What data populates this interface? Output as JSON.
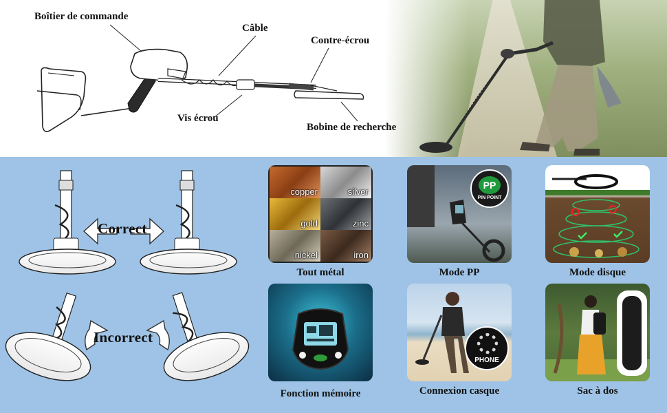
{
  "diagram_labels": {
    "control_box": "Boîtier de commande",
    "cable": "Câble",
    "lock_nut": "Contre-écrou",
    "screw_nut": "Vis écrou",
    "search_coil": "Bobine de recherche"
  },
  "coil_orientation": {
    "correct_label": "Correct",
    "incorrect_label": "Incorrect"
  },
  "features": [
    {
      "caption": "Tout métal",
      "metals": [
        "copper",
        "silver",
        "gold",
        "zinc",
        "nickel",
        "iron"
      ]
    },
    {
      "caption": "Mode PP",
      "badge_main": "PP",
      "badge_sub": "PIN POINT"
    },
    {
      "caption": "Mode disque"
    },
    {
      "caption": "Fonction mémoire"
    },
    {
      "caption": "Connexion casque",
      "badge": "PHONE"
    },
    {
      "caption": "Sac à dos"
    }
  ],
  "colors": {
    "panel_background": "#9ec3e6",
    "grip": "#2b2b2b"
  }
}
